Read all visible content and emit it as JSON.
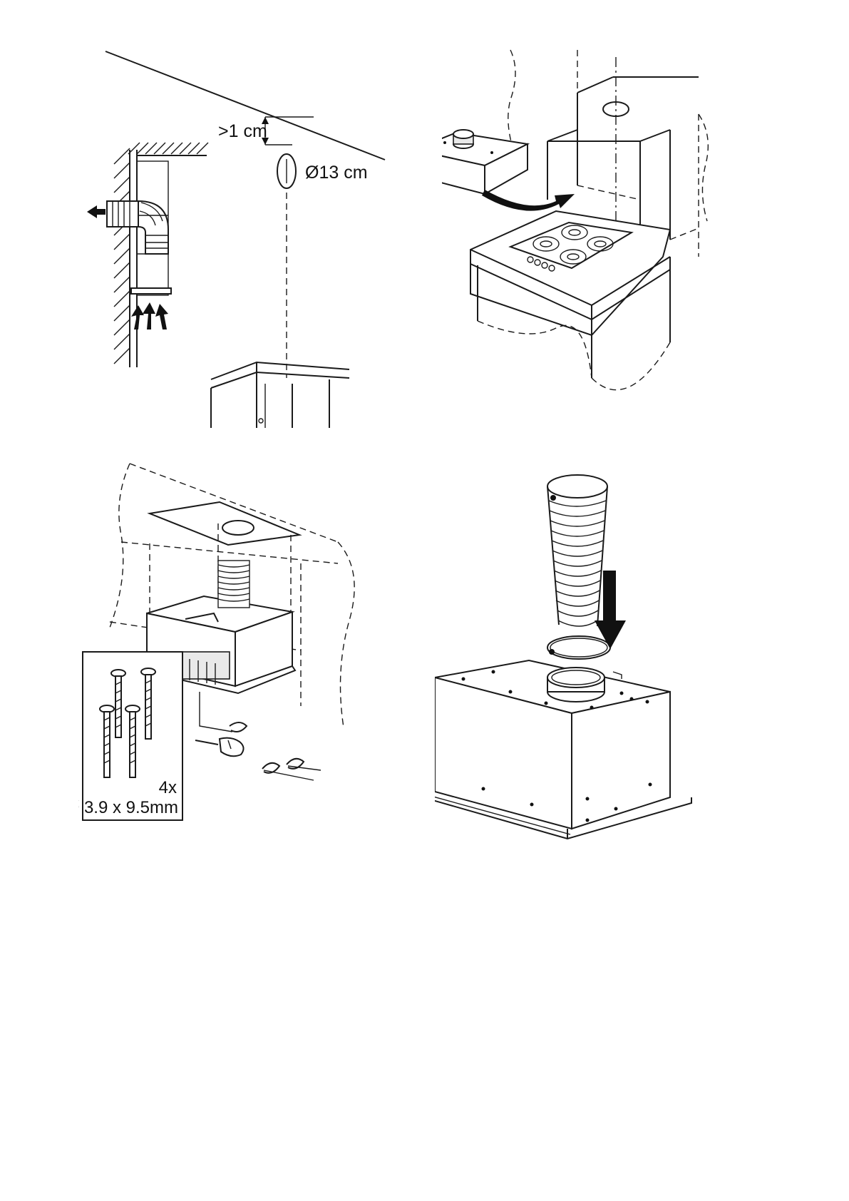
{
  "panel1": {
    "gap_label": ">1 cm",
    "diameter_label": "Ø13 cm"
  },
  "panel3": {
    "screw_count": "4x",
    "screw_size": "Ø 3.9 x 9.5mm"
  },
  "icons": [
    "arrow-icon",
    "rotation-arrow-icon",
    "down-arrow-icon",
    "curved-arrow-icon",
    "screw-icon"
  ]
}
